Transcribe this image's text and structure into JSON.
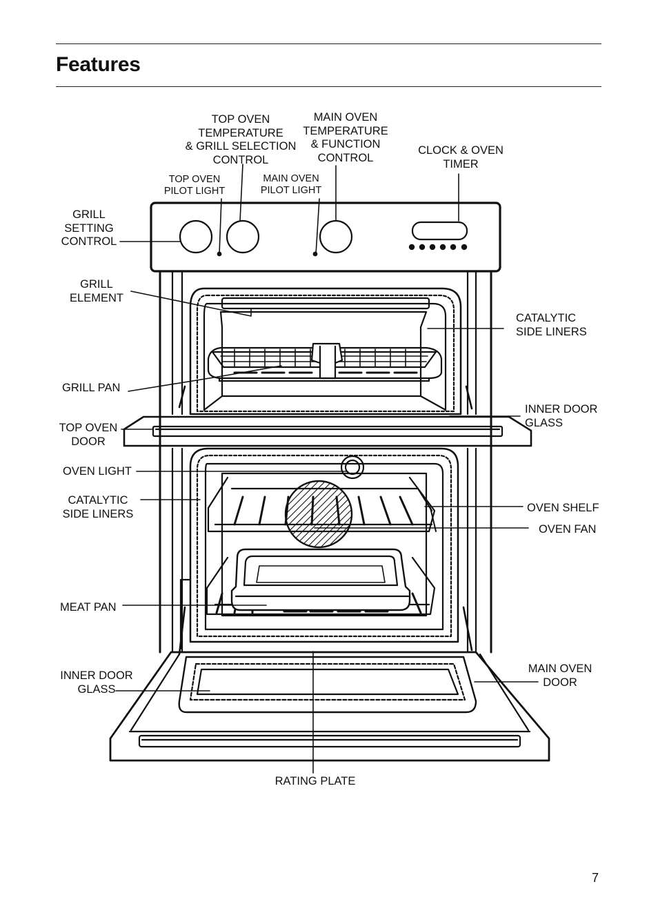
{
  "header": {
    "title": "Features"
  },
  "footer": {
    "page_number": "7"
  },
  "labels": {
    "top_oven_temp_control": "TOP OVEN\nTEMPERATURE\n& GRILL SELECTION\nCONTROL",
    "main_oven_temp_control": "MAIN OVEN\nTEMPERATURE\n& FUNCTION\nCONTROL",
    "clock_timer": "CLOCK & OVEN\nTIMER",
    "top_oven_pilot_light": "TOP OVEN\nPILOT LIGHT",
    "main_oven_pilot_light": "MAIN OVEN\nPILOT LIGHT",
    "grill_setting_control": "GRILL\nSETTING\nCONTROL",
    "grill_element": "GRILL\nELEMENT",
    "catalytic_side_liners_top": "CATALYTIC\nSIDE LINERS",
    "grill_pan": "GRILL PAN",
    "inner_door_glass_top": "INNER DOOR\nGLASS",
    "top_oven_door": "TOP OVEN\nDOOR",
    "oven_light": "OVEN LIGHT",
    "catalytic_side_liners_main": "CATALYTIC\nSIDE LINERS",
    "oven_shelf": "OVEN SHELF",
    "oven_fan": "OVEN FAN",
    "meat_pan": "MEAT PAN",
    "inner_door_glass_main": "INNER DOOR\nGLASS",
    "main_oven_door": "MAIN OVEN\nDOOR",
    "rating_plate": "RATING PLATE"
  }
}
